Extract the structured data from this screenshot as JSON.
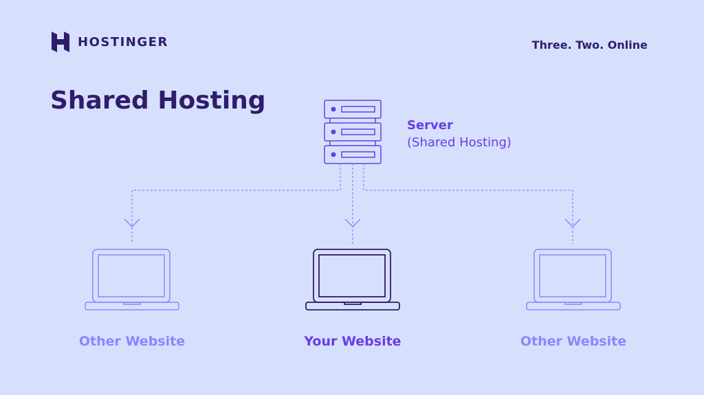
{
  "brand": {
    "name": "HOSTINGER",
    "tagline": "Three. Two. Online",
    "color": "#2f1c6a",
    "accent": "#673de6",
    "muted": "#8c85ff",
    "background": "#d6e0fd"
  },
  "title": "Shared Hosting",
  "server": {
    "name": "Server",
    "type": "(Shared Hosting)",
    "icon": "server-rack-icon"
  },
  "websites": [
    {
      "label": "Other Website",
      "highlight": false,
      "icon": "laptop-icon"
    },
    {
      "label": "Your Website",
      "highlight": true,
      "icon": "laptop-icon"
    },
    {
      "label": "Other Website",
      "highlight": false,
      "icon": "laptop-icon"
    }
  ]
}
